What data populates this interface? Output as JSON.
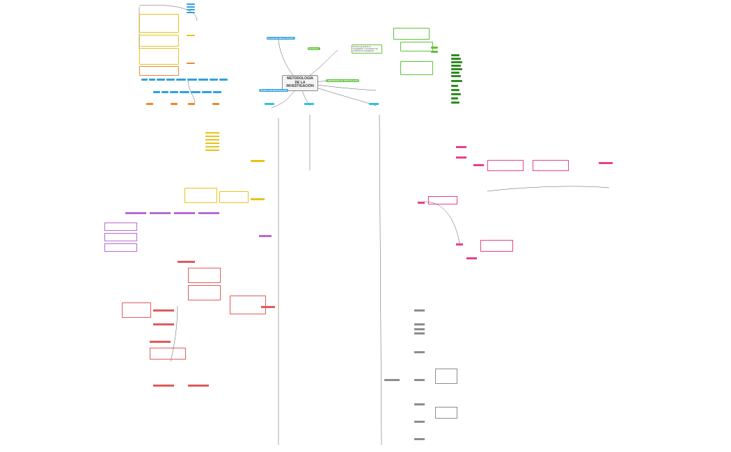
{
  "central": {
    "title": "METODOLOGÍA DE LA INVESTIGACIÓN"
  },
  "colors": {
    "blue": "#2e9fe0",
    "green": "#5bc236",
    "dark_green": "#2e8b1e",
    "yellow": "#e8c21a",
    "orange": "#f0862a",
    "pink": "#e83e8c",
    "purple": "#b46ad6",
    "red": "#e05a5a",
    "gray": "#8c8c8c",
    "cyan": "#2ec4d6",
    "line": "#555555"
  },
  "branches": {
    "introduccion": {
      "label": "Introducción Método Científico"
    },
    "tecnicas": {
      "label": "TÉCNICAS DE INVESTIGACIÓN"
    },
    "paradigmas": {
      "label": "Paradigmas"
    },
    "lineamientos": {
      "label": "LINEAMIENTOS DE INVESTIGACIÓN"
    },
    "procesos": {
      "label": "Proceso general de la investigación y formulación del problema de investigación"
    }
  }
}
